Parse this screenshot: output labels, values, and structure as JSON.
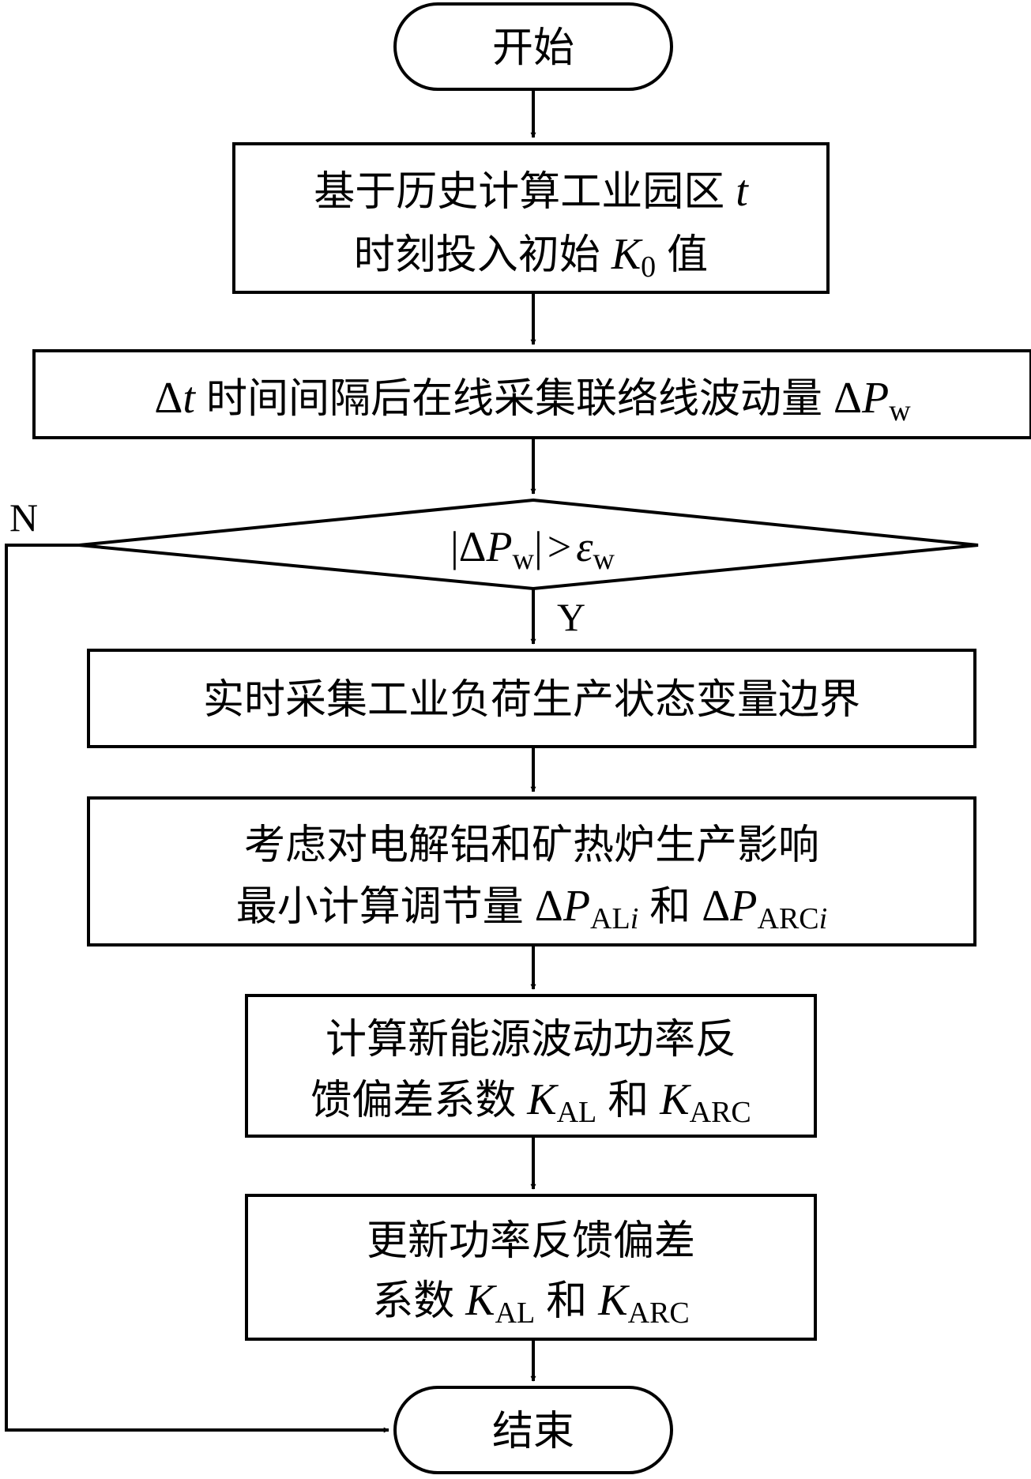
{
  "flowchart": {
    "start": {
      "label": "开始"
    },
    "step1": {
      "line1_text": "基于历史计算工业园区",
      "line1_var": "t",
      "line2_text": "时刻投入初始",
      "line2_var": "K",
      "line2_sub": "0",
      "line2_end": "值"
    },
    "step2": {
      "delta": "Δ",
      "var_t": "t",
      "text": "时间间隔后在线采集联络线波动量",
      "delta2": "Δ",
      "var_p": "P",
      "sub": "w"
    },
    "decision": {
      "bar_open": "|",
      "delta": "Δ",
      "var_p": "P",
      "sub_p": "w",
      "bar_close": "|",
      "gt": ">",
      "var_eps": "ε",
      "sub_eps": "w",
      "no_label": "N",
      "yes_label": "Y"
    },
    "step3": {
      "text": "实时采集工业负荷生产状态变量边界"
    },
    "step4": {
      "line1_text": "考虑对电解铝和矿热炉生产影响",
      "line2_text": "最小计算调节量",
      "delta1": "Δ",
      "var_p1": "P",
      "sub1_a": "AL",
      "sub1_i": "i",
      "and": "和",
      "delta2": "Δ",
      "var_p2": "P",
      "sub2_a": "ARC",
      "sub2_i": "i"
    },
    "step5": {
      "line1_text": "计算新能源波动功率反",
      "line2_text": "馈偏差系数",
      "var_k1": "K",
      "sub_k1": "AL",
      "and": "和",
      "var_k2": "K",
      "sub_k2": "ARC"
    },
    "step6": {
      "line1_text": "更新功率反馈偏差",
      "line2_text": "系数",
      "var_k1": "K",
      "sub_k1": "AL",
      "and": "和",
      "var_k2": "K",
      "sub_k2": "ARC"
    },
    "end": {
      "label": "结束"
    }
  }
}
